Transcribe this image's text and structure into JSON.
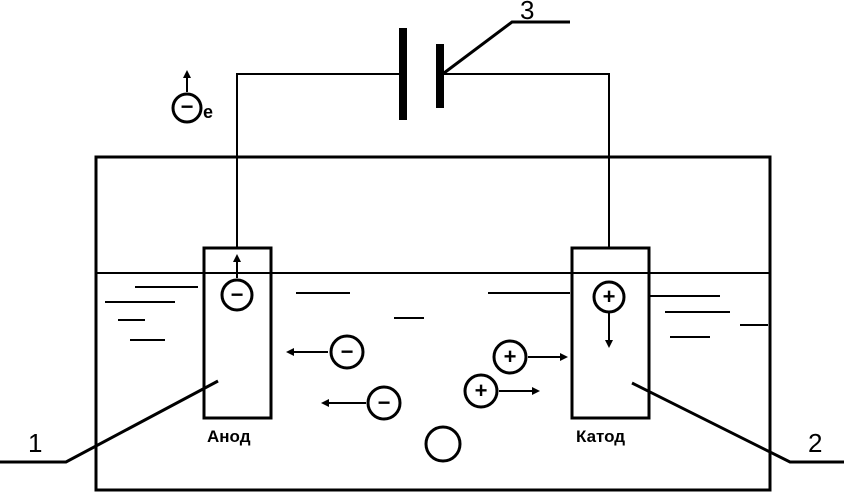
{
  "labels": {
    "anode": "Анод",
    "cathode": "Катод",
    "electron": "e",
    "num_1": "1",
    "num_2": "2",
    "num_3": "3"
  },
  "ions": {
    "negative_sign": "−",
    "positive_sign": "+"
  }
}
